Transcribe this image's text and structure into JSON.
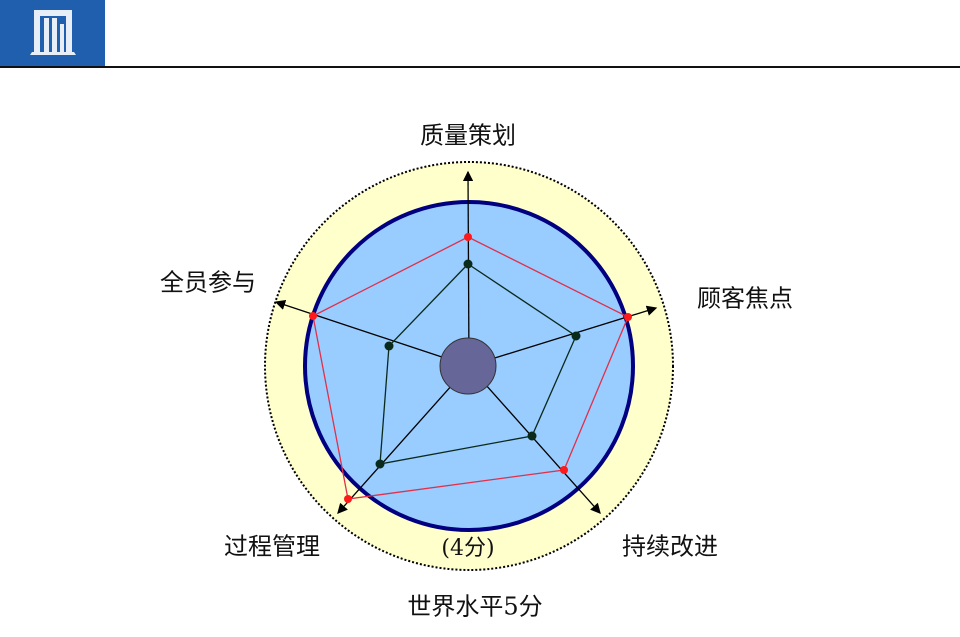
{
  "header": {
    "logo_icon": "building-columns-icon",
    "brand_color": "#1f5fae"
  },
  "diagram": {
    "axes": [
      "质量策划",
      "顾客焦点",
      "持续改进",
      "过程管理",
      "全员参与"
    ],
    "inner_circle_label": "(4分)",
    "outer_circle_label": "世界水平5分",
    "colors": {
      "outer_ring": "#ffffcc",
      "inner_circle": "#99ccff",
      "inner_border": "#000080",
      "center": "#666699",
      "target_polygon": "#e0304a",
      "current_polygon": "#0a2a1a"
    }
  }
}
